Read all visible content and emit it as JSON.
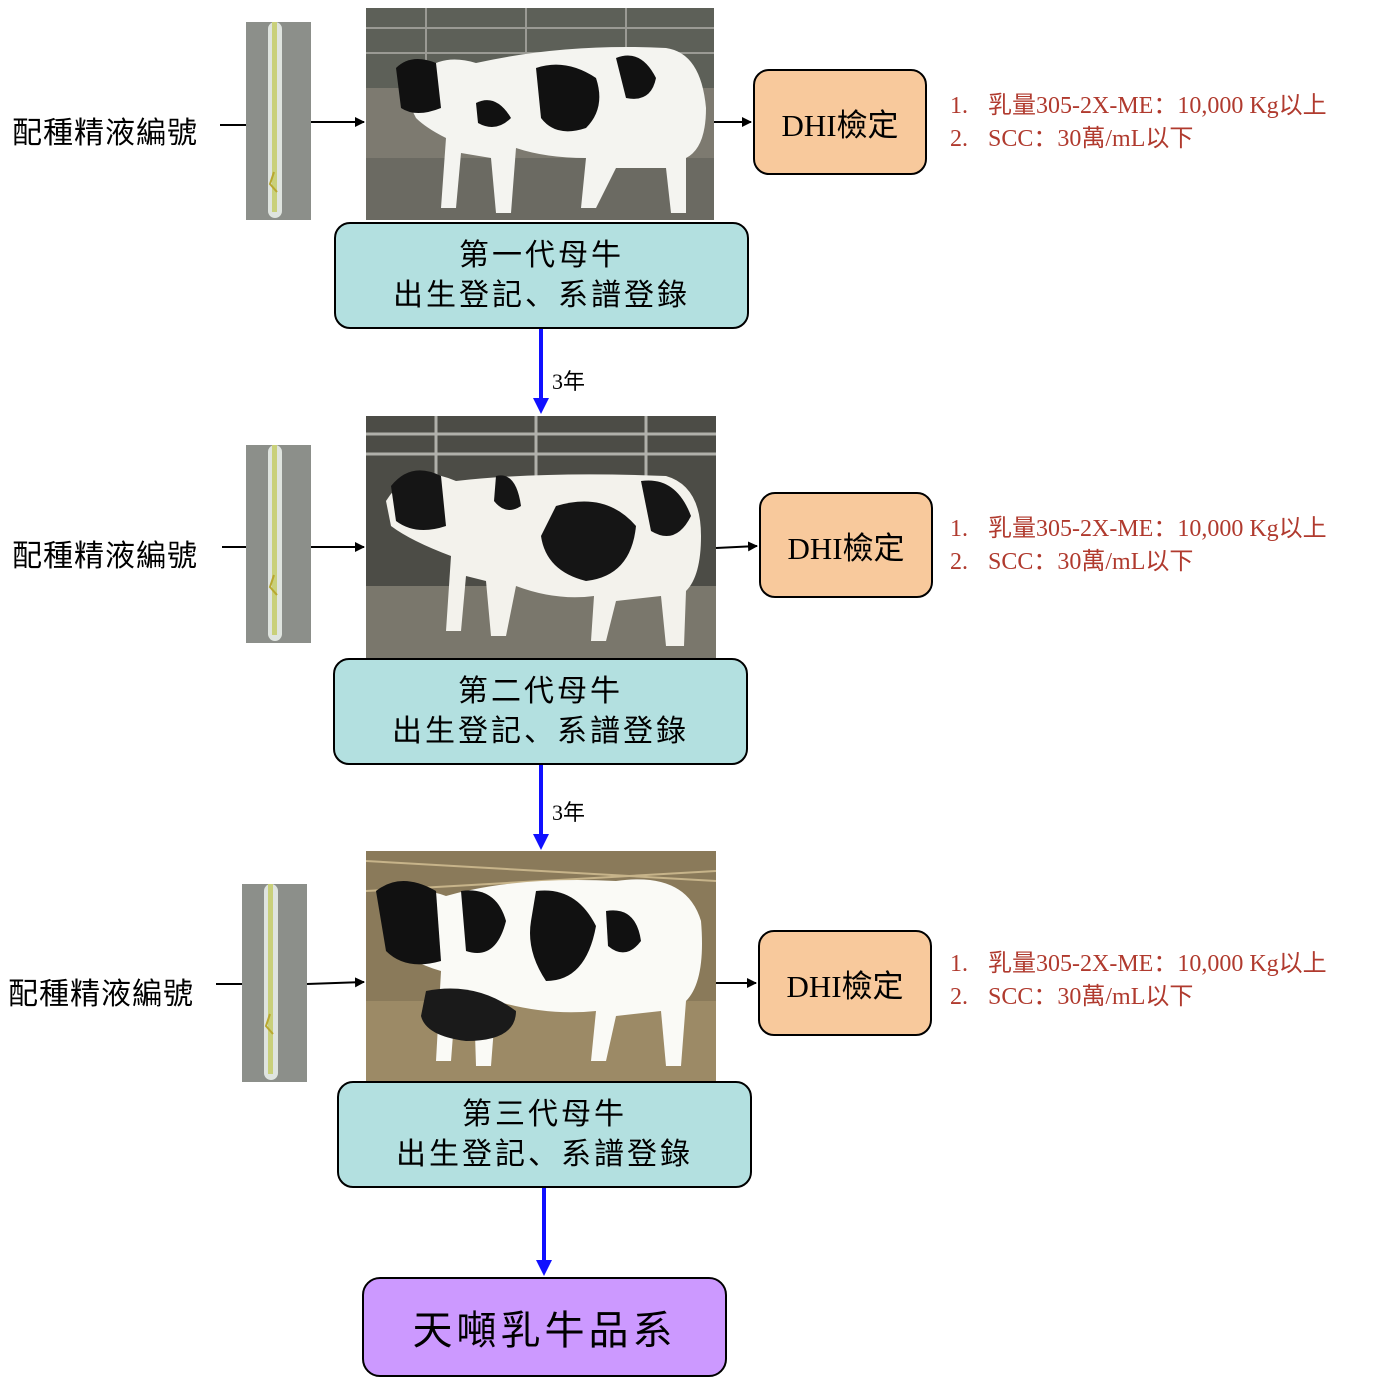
{
  "generations": [
    {
      "semen_label": "配種精液編號",
      "name": "第一代母牛",
      "registration": "出生登記、系譜登錄",
      "dhi": "DHI檢定",
      "criteria": [
        {
          "num": "1.",
          "text": "乳量305-2X-ME：10,000 Kg以上"
        },
        {
          "num": "2.",
          "text": "SCC：30萬/mL以下"
        }
      ]
    },
    {
      "semen_label": "配種精液編號",
      "name": "第二代母牛",
      "registration": "出生登記、系譜登錄",
      "dhi": "DHI檢定",
      "criteria": [
        {
          "num": "1.",
          "text": "乳量305-2X-ME：10,000 Kg以上"
        },
        {
          "num": "2.",
          "text": "SCC：30萬/mL以下"
        }
      ]
    },
    {
      "semen_label": "配種精液編號",
      "name": "第三代母牛",
      "registration": "出生登記、系譜登錄",
      "dhi": "DHI檢定",
      "criteria": [
        {
          "num": "1.",
          "text": "乳量305-2X-ME：10,000 Kg以上"
        },
        {
          "num": "2.",
          "text": "SCC：30萬/mL以下"
        }
      ]
    }
  ],
  "intervals": [
    "3年",
    "3年"
  ],
  "final": "天噸乳牛品系",
  "colors": {
    "generation_box": "#b3e0e0",
    "dhi_box": "#f8c99c",
    "final_box": "#cc99ff",
    "criteria_text": "#b03a2e",
    "arrow_blue": "#1010ff"
  }
}
